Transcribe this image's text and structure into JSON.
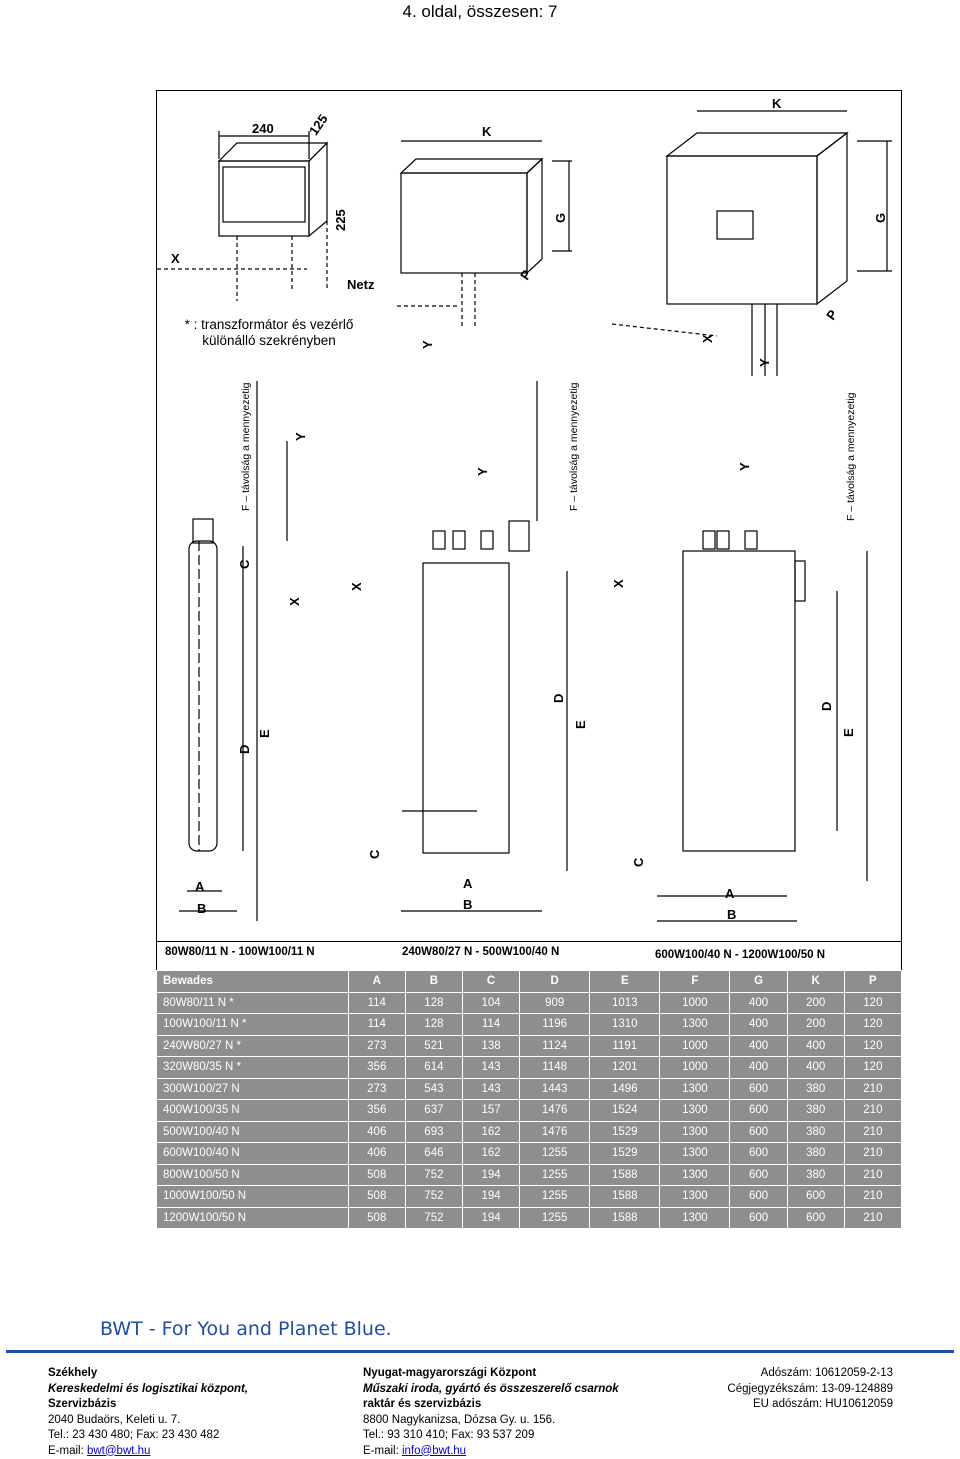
{
  "page_title": "4. oldal, összesen: 7",
  "note": {
    "line1": "* : transzformátor és vezérlő",
    "line2": "különálló szekrényben"
  },
  "diagram_labels": {
    "dim_240": "240",
    "dim_125": "125",
    "dim_225": "225",
    "netz": "Netz",
    "K": "K",
    "G": "G",
    "P": "P",
    "X": "X",
    "Y": "Y",
    "C": "C",
    "D": "D",
    "E": "E",
    "A": "A",
    "B": "B",
    "f_label": "F – távolság a mennyezetig"
  },
  "captions": [
    "80W80/11 N - 100W100/11 N",
    "240W80/27 N - 500W100/40 N",
    "600W100/40 N - 1200W100/50 N"
  ],
  "table": {
    "headers": [
      "Bewades",
      "A",
      "B",
      "C",
      "D",
      "E",
      "F",
      "G",
      "K",
      "P"
    ],
    "rows": [
      [
        "80W80/11 N *",
        "114",
        "128",
        "104",
        "909",
        "1013",
        "1000",
        "400",
        "200",
        "120"
      ],
      [
        "100W100/11 N *",
        "114",
        "128",
        "114",
        "1196",
        "1310",
        "1300",
        "400",
        "200",
        "120"
      ],
      [
        "240W80/27 N *",
        "273",
        "521",
        "138",
        "1124",
        "1191",
        "1000",
        "400",
        "400",
        "120"
      ],
      [
        "320W80/35 N *",
        "356",
        "614",
        "143",
        "1148",
        "1201",
        "1000",
        "400",
        "400",
        "120"
      ],
      [
        "300W100/27 N",
        "273",
        "543",
        "143",
        "1443",
        "1496",
        "1300",
        "600",
        "380",
        "210"
      ],
      [
        "400W100/35 N",
        "356",
        "637",
        "157",
        "1476",
        "1524",
        "1300",
        "600",
        "380",
        "210"
      ],
      [
        "500W100/40 N",
        "406",
        "693",
        "162",
        "1476",
        "1529",
        "1300",
        "600",
        "380",
        "210"
      ],
      [
        "600W100/40 N",
        "406",
        "646",
        "162",
        "1255",
        "1529",
        "1300",
        "600",
        "380",
        "210"
      ],
      [
        "800W100/50 N",
        "508",
        "752",
        "194",
        "1255",
        "1588",
        "1300",
        "600",
        "380",
        "210"
      ],
      [
        "1000W100/50 N",
        "508",
        "752",
        "194",
        "1255",
        "1588",
        "1300",
        "600",
        "600",
        "210"
      ],
      [
        "1200W100/50 N",
        "508",
        "752",
        "194",
        "1255",
        "1588",
        "1300",
        "600",
        "600",
        "210"
      ]
    ]
  },
  "slogan": "BWT - For You and Planet Blue.",
  "footer": {
    "col1": {
      "head": "Székhely",
      "l2": "Kereskedelmi és logisztikai központ,",
      "l3": "Szervizbázis",
      "l4": "2040 Budaörs, Keleti u. 7.",
      "l5": "Tel.: 23 430 480; Fax: 23 430 482",
      "email_label": "E-mail: ",
      "email": "bwt@bwt.hu"
    },
    "col2": {
      "head": "Nyugat-magyarországi Központ",
      "l2": "Műszaki iroda, gyártó és összeszerelő csarnok",
      "l3": "raktár és szervizbázis",
      "l4": "8800 Nagykanizsa, Dózsa Gy. u. 156.",
      "l5": "Tel.: 93 310 410; Fax: 93 537 209",
      "email_label": "E-mail: ",
      "email": "info@bwt.hu"
    },
    "col3": {
      "l1": "Adószám: 10612059-2-13",
      "l2": "Cégjegyzékszám: 13-09-124889",
      "l3": "EU adószám: HU10612059"
    }
  }
}
